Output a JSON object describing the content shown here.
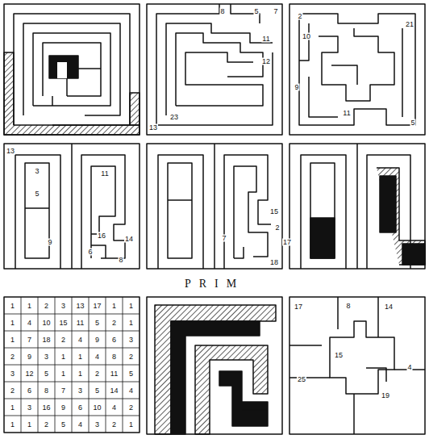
{
  "diagram": {
    "title": "PRIM",
    "labels": [
      "8",
      "5",
      "7",
      "11",
      "12",
      "23",
      "13",
      "2",
      "10",
      "21",
      "9",
      "11",
      "5",
      "13",
      "3",
      "5",
      "9",
      "11",
      "16",
      "14",
      "6",
      "8",
      "15",
      "2",
      "17",
      "7",
      "18",
      "1",
      "1",
      "2",
      "3",
      "13",
      "17",
      "1",
      "1",
      "1",
      "4",
      "10",
      "15",
      "11",
      "5",
      "2",
      "1",
      "1",
      "7",
      "18",
      "2",
      "4",
      "9",
      "6",
      "3",
      "2",
      "9",
      "3",
      "1",
      "1",
      "4",
      "8",
      "2",
      "3",
      "12",
      "5",
      "1",
      "1",
      "2",
      "11",
      "5",
      "2",
      "6",
      "8",
      "7",
      "3",
      "5",
      "14",
      "4",
      "1",
      "3",
      "16",
      "9",
      "6",
      "10",
      "4",
      "2",
      "1",
      "1",
      "2",
      "5",
      "4",
      "3",
      "2",
      "1",
      "17",
      "8",
      "14",
      "15",
      "25",
      "4",
      "19"
    ]
  }
}
